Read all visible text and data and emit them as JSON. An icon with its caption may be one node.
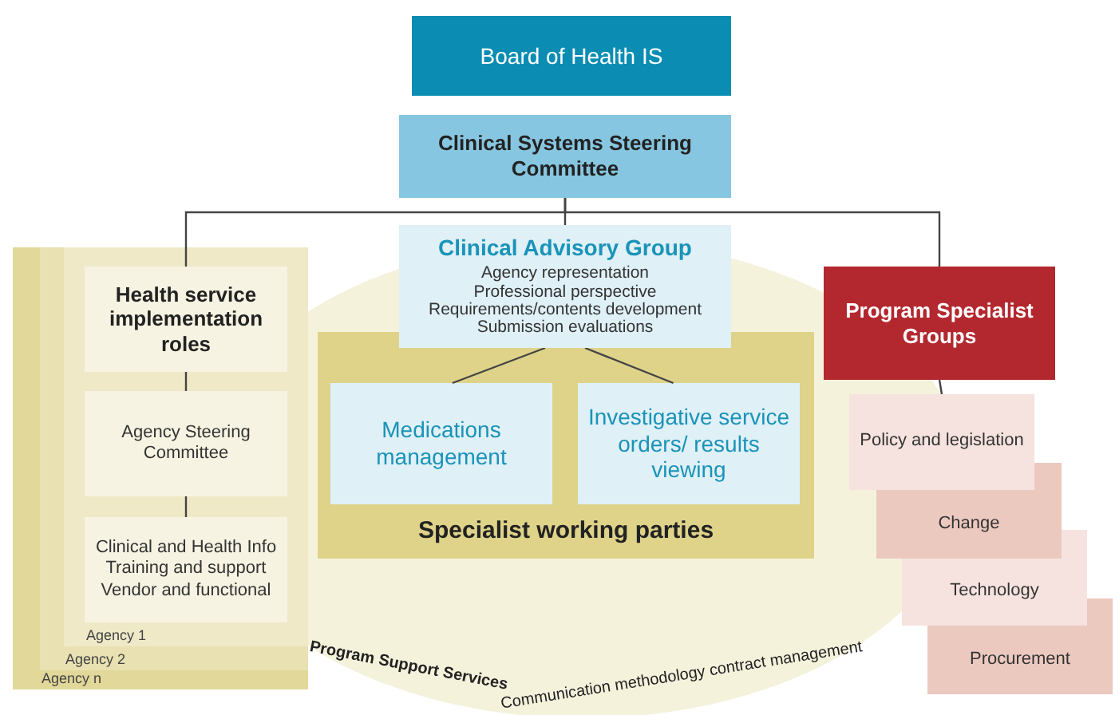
{
  "diagram": {
    "nodes": [
      {
        "text": [
          "Board of Health IS"
        ]
      },
      {
        "text": [
          "Clinical Systems Steering Committee"
        ]
      },
      {
        "text": [
          "Clinical Advisory Group",
          "Agency representation",
          "Professional perspective",
          "Requirements/contents development",
          "Submission evaluations"
        ]
      },
      {
        "text": [
          "Agency n"
        ]
      },
      {
        "text": [
          "Agency 2"
        ],
        "in": 3
      },
      {
        "text": [
          "Agency 1"
        ],
        "in": 4
      },
      {
        "text": [
          "Health service implementation roles"
        ],
        "in": 5
      },
      {
        "text": [
          "Agency Steering Committee"
        ],
        "in": 5
      },
      {
        "text": [
          "Clinical and Health Info",
          "Training and support",
          "Vendor and functional"
        ],
        "in": 5
      },
      {
        "text": [
          "Specialist working parties"
        ]
      },
      {
        "text": [
          "Medications management"
        ],
        "in": 9
      },
      {
        "text": [
          "Investigative service orders/ results viewing"
        ],
        "in": 9
      },
      {
        "text": [
          "Program Specialist Groups"
        ]
      },
      {
        "text": [
          "Policy and legislation"
        ]
      },
      {
        "text": [
          "Change"
        ]
      },
      {
        "text": [
          "Technology"
        ]
      },
      {
        "text": [
          "Procurement"
        ]
      },
      {
        "text": [
          "Program Support Services",
          "Communication methodology contract management"
        ]
      }
    ],
    "edges": [
      {
        "from": 1,
        "to": 6,
        "arrow": "none"
      },
      {
        "from": 1,
        "to": 2,
        "arrow": "none"
      },
      {
        "from": 1,
        "to": 12,
        "arrow": "none"
      },
      {
        "from": 6,
        "to": 7,
        "arrow": "none"
      },
      {
        "from": 7,
        "to": 8,
        "arrow": "none"
      },
      {
        "from": 2,
        "to": 10,
        "arrow": "none"
      },
      {
        "from": 2,
        "to": 11,
        "arrow": "none"
      },
      {
        "from": 12,
        "to": 13,
        "arrow": "none"
      }
    ]
  }
}
